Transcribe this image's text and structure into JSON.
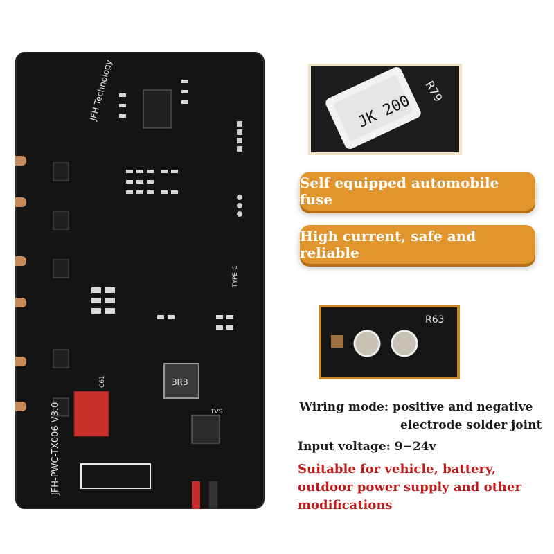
{
  "badges": {
    "fuse": "Self equipped automobile fuse",
    "current": "High current, safe and reliable"
  },
  "specs": {
    "wiring_line1": "Wiring mode: positive and negative",
    "wiring_line2": "electrode solder joint",
    "input_voltage": "Input voltage: 9−24v",
    "use_line1": "Suitable for vehicle, battery,",
    "use_line2": "outdoor power supply and other",
    "use_line3": "modifications"
  },
  "board": {
    "brand": "JFH Technology",
    "model": "JFH-PWC-TX006 V3.0",
    "inductor": "3R3",
    "tvs": "TVS",
    "typec": "TYPE-C",
    "cap": "C61"
  },
  "closeups": {
    "fuse_code": "JK 200",
    "resistor_ref": "R79",
    "resistor_ref2": "R63"
  },
  "colors": {
    "accent": "#e1952d",
    "pcb": "#141414",
    "warning_text": "#c31c1c"
  }
}
